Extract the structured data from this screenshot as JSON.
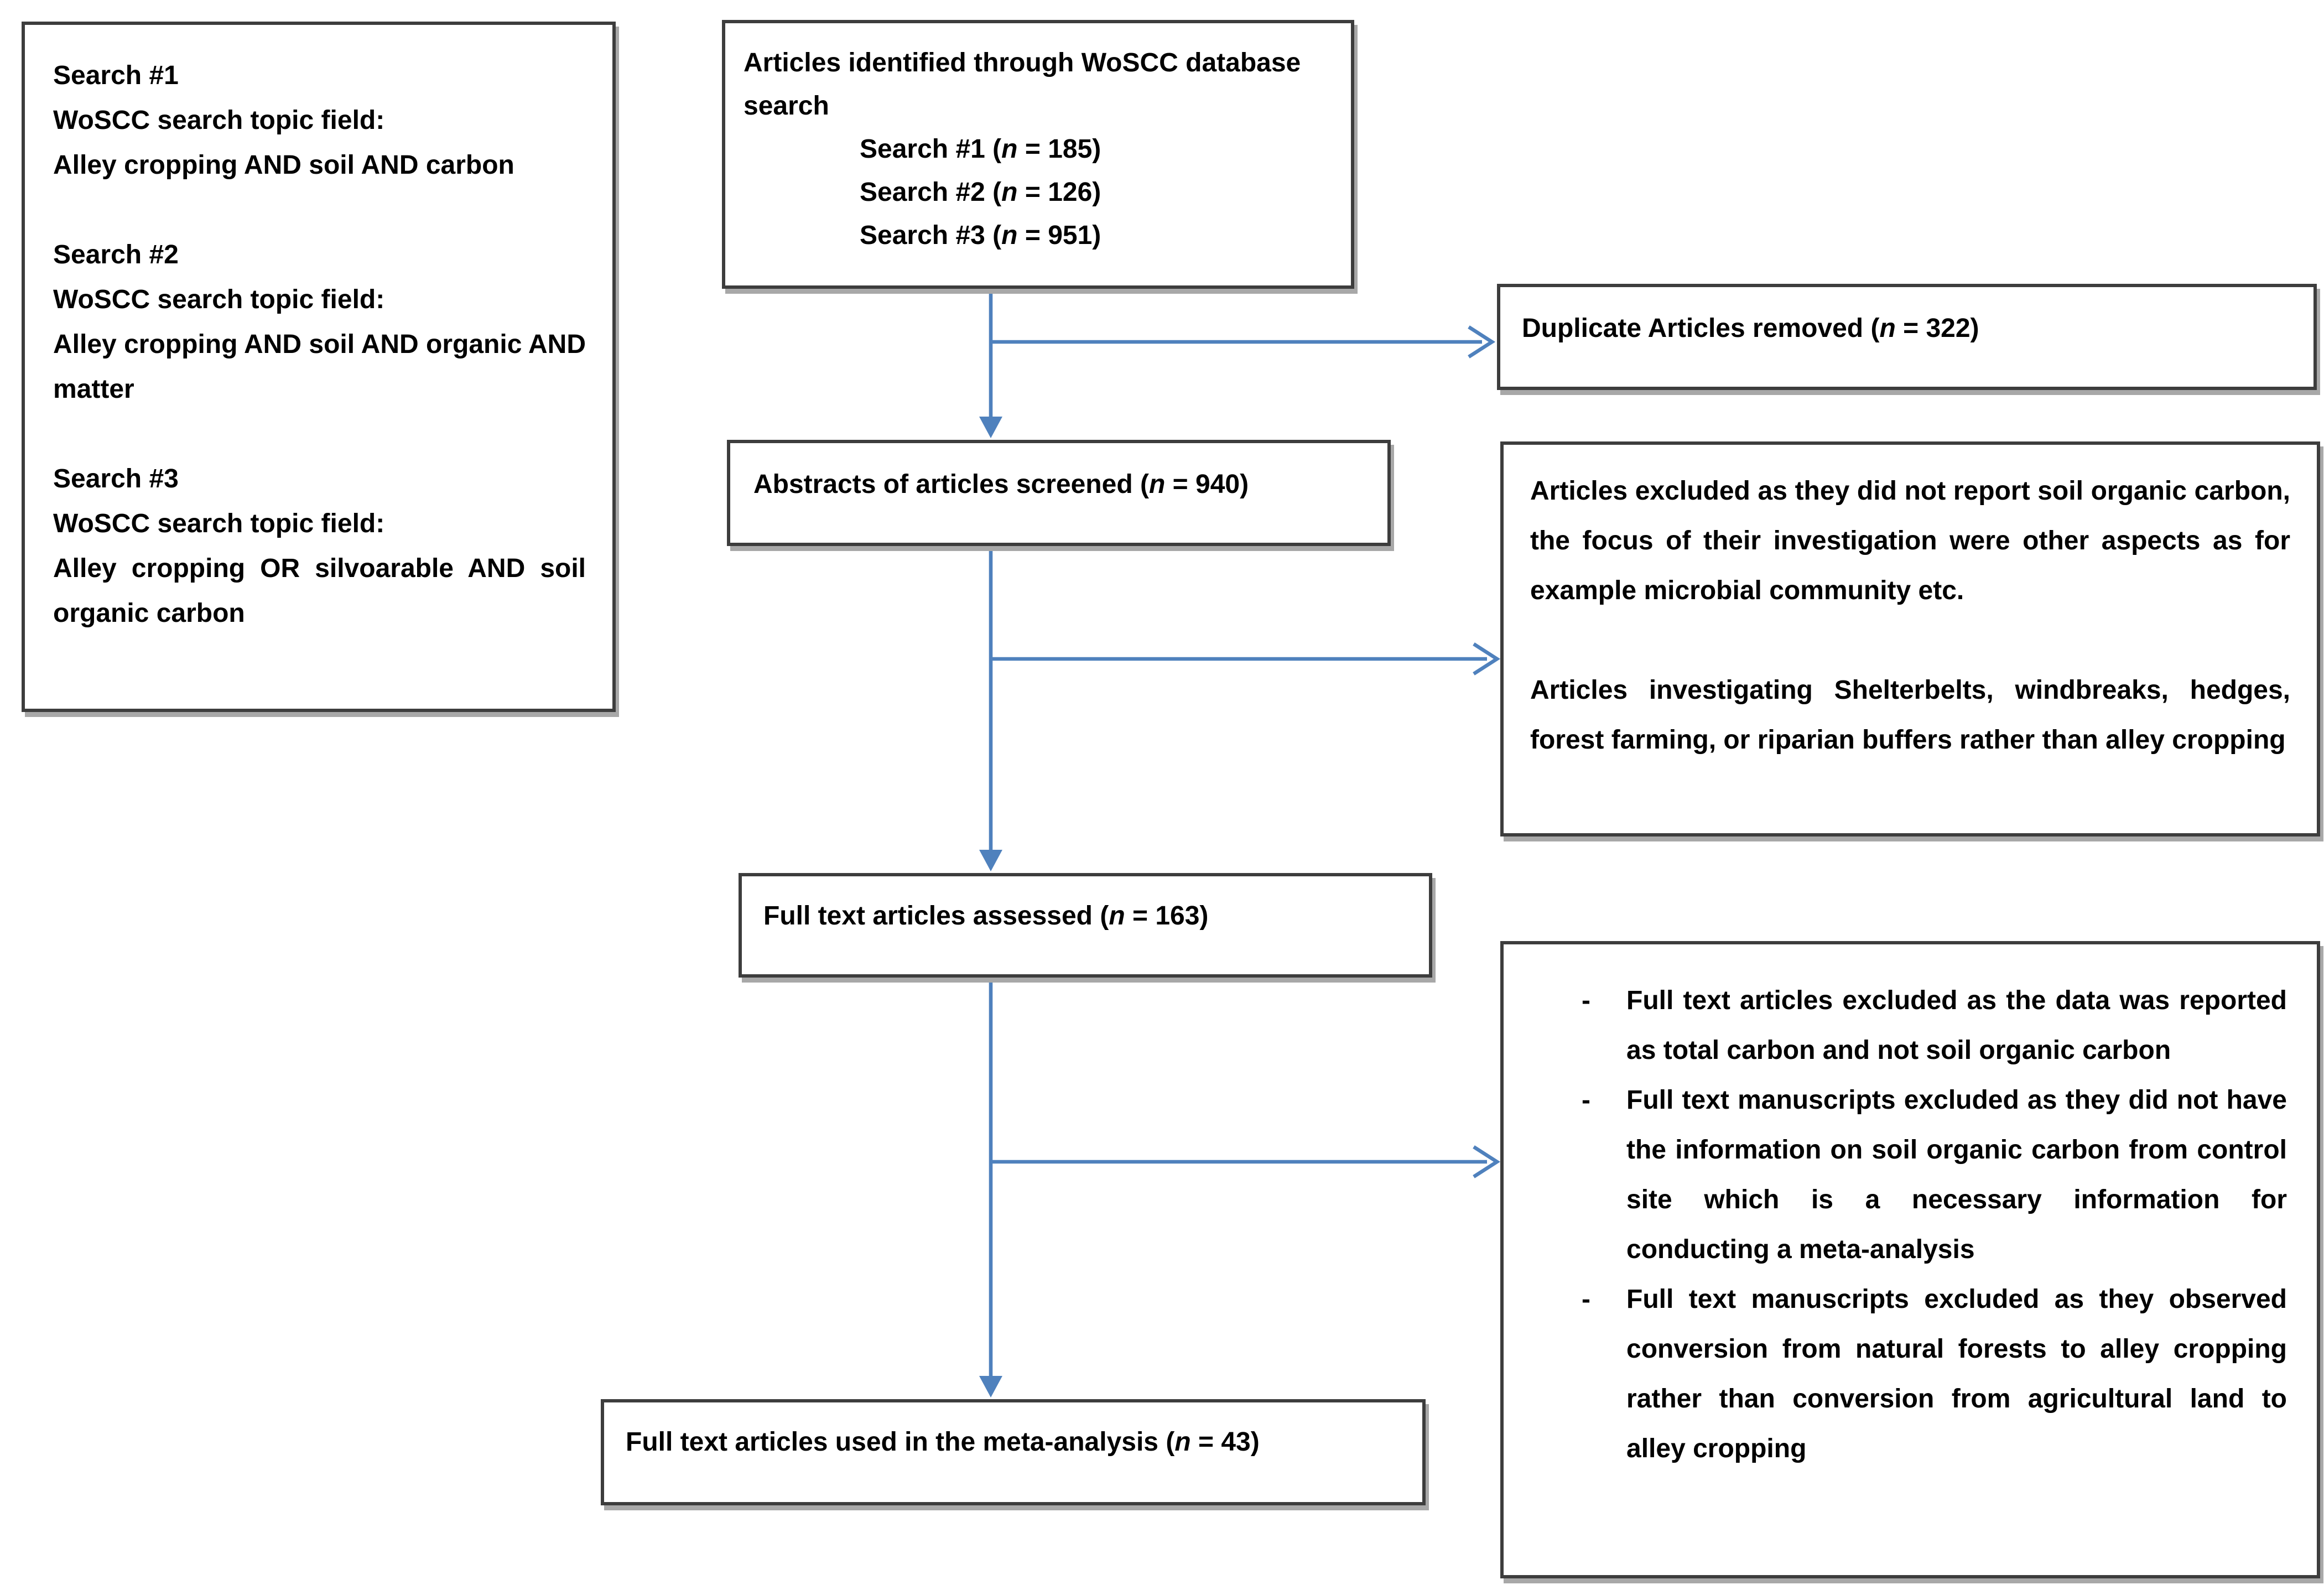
{
  "style": {
    "arrow_color": "#4f81bd",
    "box_border_color": "#3d3d3d",
    "box_shadow_color": "#a8a8a8",
    "text_color": "#000000",
    "background_color": "#ffffff"
  },
  "searches_box": {
    "items": [
      {
        "title": "Search #1",
        "field_label": "WoSCC search topic field:",
        "query": "Alley cropping AND soil AND carbon"
      },
      {
        "title": "Search #2",
        "field_label": "WoSCC search topic field:",
        "query": "Alley cropping AND soil AND organic AND matter"
      },
      {
        "title": "Search #3",
        "field_label": "WoSCC search topic field:",
        "query": "Alley cropping OR silvoarable AND soil organic carbon"
      }
    ]
  },
  "identified_box": {
    "title": "Articles identified through WoSCC database search",
    "stats": [
      {
        "label": "Search #1 ",
        "open": "(",
        "n": "n",
        "rest": " = 185)"
      },
      {
        "label": "Search #2 ",
        "open": "(",
        "n": "n",
        "rest": " = 126)"
      },
      {
        "label": "Search #3 ",
        "open": "(",
        "n": "n",
        "rest": " = 951)"
      }
    ]
  },
  "duplicates_box": {
    "text": "Duplicate Articles removed ",
    "open": "(",
    "n": "n",
    "rest": " = 322)"
  },
  "abstracts_box": {
    "text": "Abstracts of articles screened ",
    "open": "(",
    "n": "n",
    "rest": " = 940)"
  },
  "excluded_screening_box": {
    "paragraphs": [
      "Articles excluded as they did not report soil organic carbon, the focus of their investigation were other aspects as for example microbial community etc.",
      "Articles investigating Shelterbelts, windbreaks, hedges, forest farming, or riparian buffers rather than alley cropping"
    ]
  },
  "fulltext_box": {
    "text": "Full text articles assessed ",
    "open": "(",
    "n": "n",
    "rest": " = 163)"
  },
  "excluded_fulltext_box": {
    "bullet_char": "-",
    "items": [
      "Full text articles excluded as the data was reported as total carbon and not soil organic carbon",
      "Full text manuscripts excluded as they did not have the information on soil organic carbon from control site which is a necessary information for conducting a meta-analysis",
      "Full text manuscripts excluded as they observed conversion from natural forests to alley cropping rather than conversion from agricultural land to alley cropping"
    ]
  },
  "final_box": {
    "text": "Full text articles used in the meta-analysis ",
    "open": "(",
    "n": "n",
    "rest": " = 43)"
  }
}
